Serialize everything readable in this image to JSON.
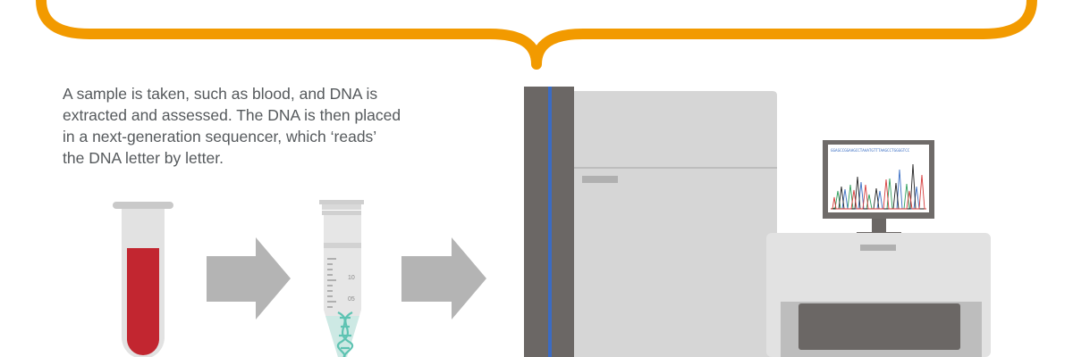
{
  "description": {
    "lines": [
      "A sample is taken, such as blood, and DNA is",
      "extracted and assessed. The DNA is then placed",
      "in a next-generation sequencer, which ‘reads’",
      "the DNA letter by letter."
    ]
  },
  "tube_scale": {
    "upper_label": "10",
    "lower_label": "05"
  },
  "monitor": {
    "sequence_text": "GGAGCCGGAAGCCTAAATGTTTAAGCCTGGGGTCC"
  },
  "colors": {
    "brace": "#f29a00",
    "blood": "#c22630",
    "arrow": "#b4b4b4",
    "machine_body": "#d6d6d6",
    "machine_dark": "#6b6765",
    "machine_stripe": "#3a6bc4",
    "dna_helix": "#5ec3b2",
    "trace_a": "#2e9e5b",
    "trace_c": "#3b6fc4",
    "trace_g": "#222222",
    "trace_t": "#d63b3b"
  }
}
